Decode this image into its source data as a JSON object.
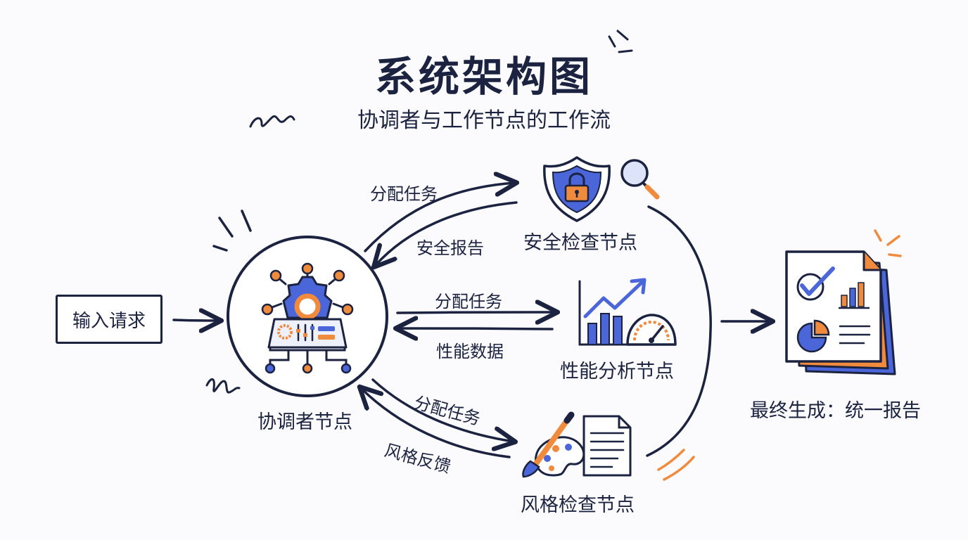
{
  "title": "系统架构图",
  "subtitle": "协调者与工作节点的工作流",
  "input": {
    "label": "输入请求"
  },
  "coordinator": {
    "label": "协调者节点"
  },
  "workers": [
    {
      "label": "安全检查节点",
      "assign_label": "分配任务",
      "return_label": "安全报告"
    },
    {
      "label": "性能分析节点",
      "assign_label": "分配任务",
      "return_label": "性能数据"
    },
    {
      "label": "风格检查节点",
      "assign_label": "分配任务",
      "return_label": "风格反馈"
    }
  ],
  "output": {
    "label": "最终生成：统一报告"
  },
  "colors": {
    "ink": "#1b2340",
    "blue": "#4a66d8",
    "orange": "#f08a3c",
    "background": "#fbfbfd"
  }
}
